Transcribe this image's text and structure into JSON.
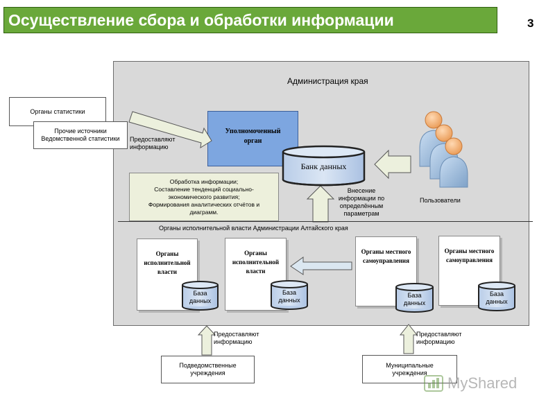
{
  "header": {
    "title": "Осуществление сбора и обработки информации",
    "slide_number": "3"
  },
  "admin": {
    "title": "Администрация края",
    "authorized_body": "Уполномоченный орган",
    "data_bank": "Банк данных",
    "users_label": "Пользователи",
    "processing_text": "Обработка информации;\nСоставление тенденций социально-экономического развития;\nФормирования аналитических отчётов и диаграмм.",
    "entry_label": "Внесение информации по определённым параметрам",
    "provide_label": "Предоставляют информацию",
    "executive_label": "Органы исполнительной власти Администрации Алтайского края"
  },
  "external_sources": {
    "stats": "Органы статистики",
    "other": "Прочие источники Ведомственной статистики"
  },
  "units": [
    {
      "name": "Органы исполнительной власти",
      "db": "База данных"
    },
    {
      "name": "Органы исполнительной власти",
      "db": "База данных"
    },
    {
      "name": "Органы местного самоуправления",
      "db": "База данных"
    },
    {
      "name": "Органы местного самоуправления",
      "db": "База данных"
    }
  ],
  "bottom": {
    "provide_left": "Предоставляют информацию",
    "provide_right": "Предоставляют информацию",
    "subordinate": "Подведомственные учреждения",
    "municipal": "Муниципальные учреждения"
  },
  "watermark": "MyShared",
  "colors": {
    "title_bg": "#6aa83a",
    "panel_bg": "#d9d9d9",
    "authorized_bg": "#7da6e0",
    "processing_bg": "#edf0dc",
    "arrow_fill": "#ecf0dd"
  }
}
